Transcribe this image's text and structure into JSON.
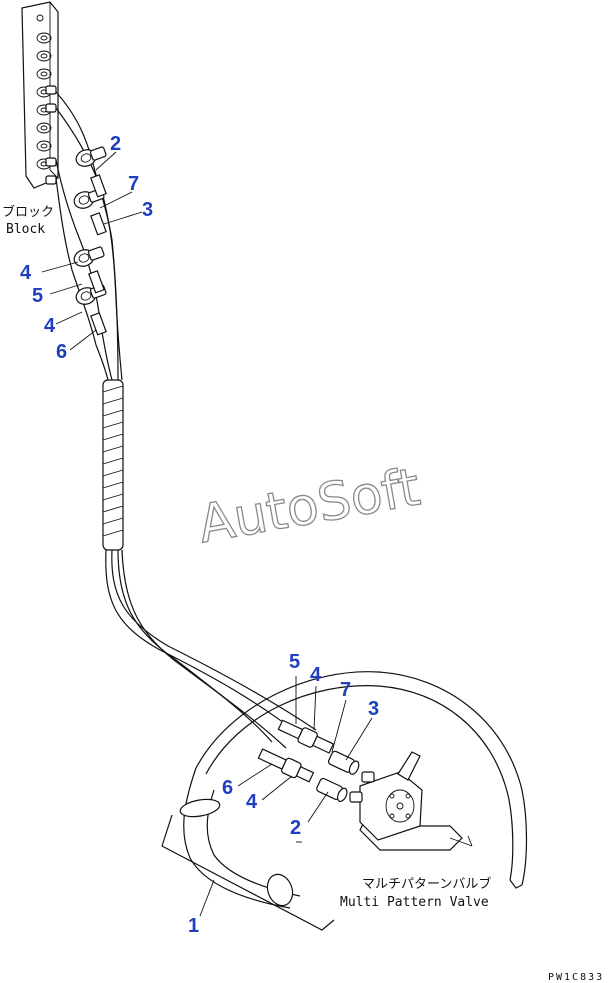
{
  "watermark": "AutoSoft",
  "block_caption": {
    "jp": "ブロック",
    "en": "Block"
  },
  "valve_caption": {
    "jp": "マルチパターンバルブ",
    "en": "Multi Pattern Valve"
  },
  "drawing_code": "PW1C833",
  "callouts": {
    "top_2": "2",
    "top_7": "7",
    "top_3": "3",
    "top_4a": "4",
    "top_5": "5",
    "top_4b": "4",
    "top_6": "6",
    "bot_5": "5",
    "bot_4a": "4",
    "bot_7": "7",
    "bot_3": "3",
    "bot_6": "6",
    "bot_4b": "4",
    "bot_2": "2",
    "bot_1": "1"
  },
  "colors": {
    "callout": "#1f3fc0",
    "line": "#111111",
    "watermark": "#8a8a8a"
  }
}
